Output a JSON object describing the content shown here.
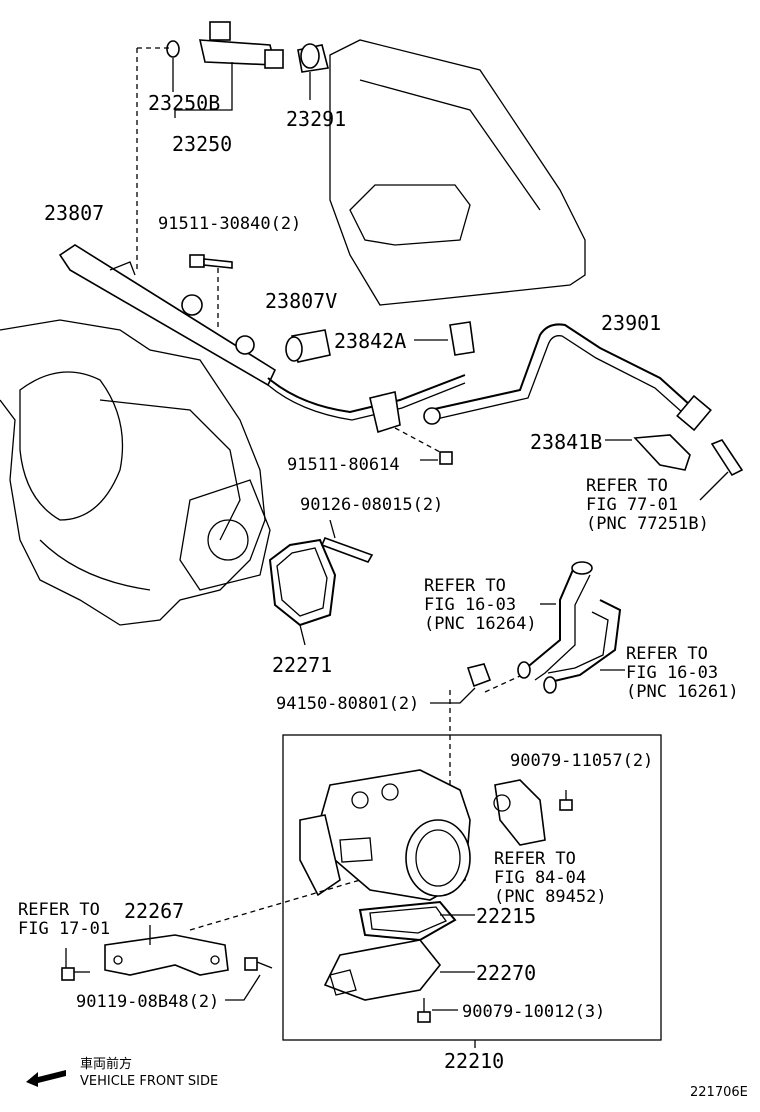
{
  "labels": {
    "p23250B": "23250B",
    "p23250": "23250",
    "p23291": "23291",
    "p23807": "23807",
    "p91511_30840": "91511-30840(2)",
    "p23807V": "23807V",
    "p23842A": "23842A",
    "p23901": "23901",
    "p23841B": "23841B",
    "p91511_80614": "91511-80614",
    "p90126": "90126-08015(2)",
    "p22271": "22271",
    "p94150": "94150-80801(2)",
    "p90079_11057": "90079-11057(2)",
    "p22215": "22215",
    "p22270": "22270",
    "p90079_10012": "90079-10012(3)",
    "p22210": "22210",
    "p22267": "22267",
    "p90119": "90119-08B48(2)"
  },
  "refs": {
    "fig77_1": "REFER TO",
    "fig77_2": "FIG 77-01",
    "fig77_3": "(PNC 77251B)",
    "fig16a_1": "REFER TO",
    "fig16a_2": "FIG 16-03",
    "fig16a_3": "(PNC 16264)",
    "fig16b_1": "REFER TO",
    "fig16b_2": "FIG 16-03",
    "fig16b_3": "(PNC 16261)",
    "fig84_1": "REFER TO",
    "fig84_2": "FIG 84-04",
    "fig84_3": "(PNC 89452)",
    "fig17_1": "REFER TO",
    "fig17_2": "FIG 17-01"
  },
  "legend": {
    "jp": "車両前方",
    "en": "VEHICLE FRONT SIDE",
    "arrow_icon": "left-arrow-icon"
  },
  "figure_id": "221706E"
}
